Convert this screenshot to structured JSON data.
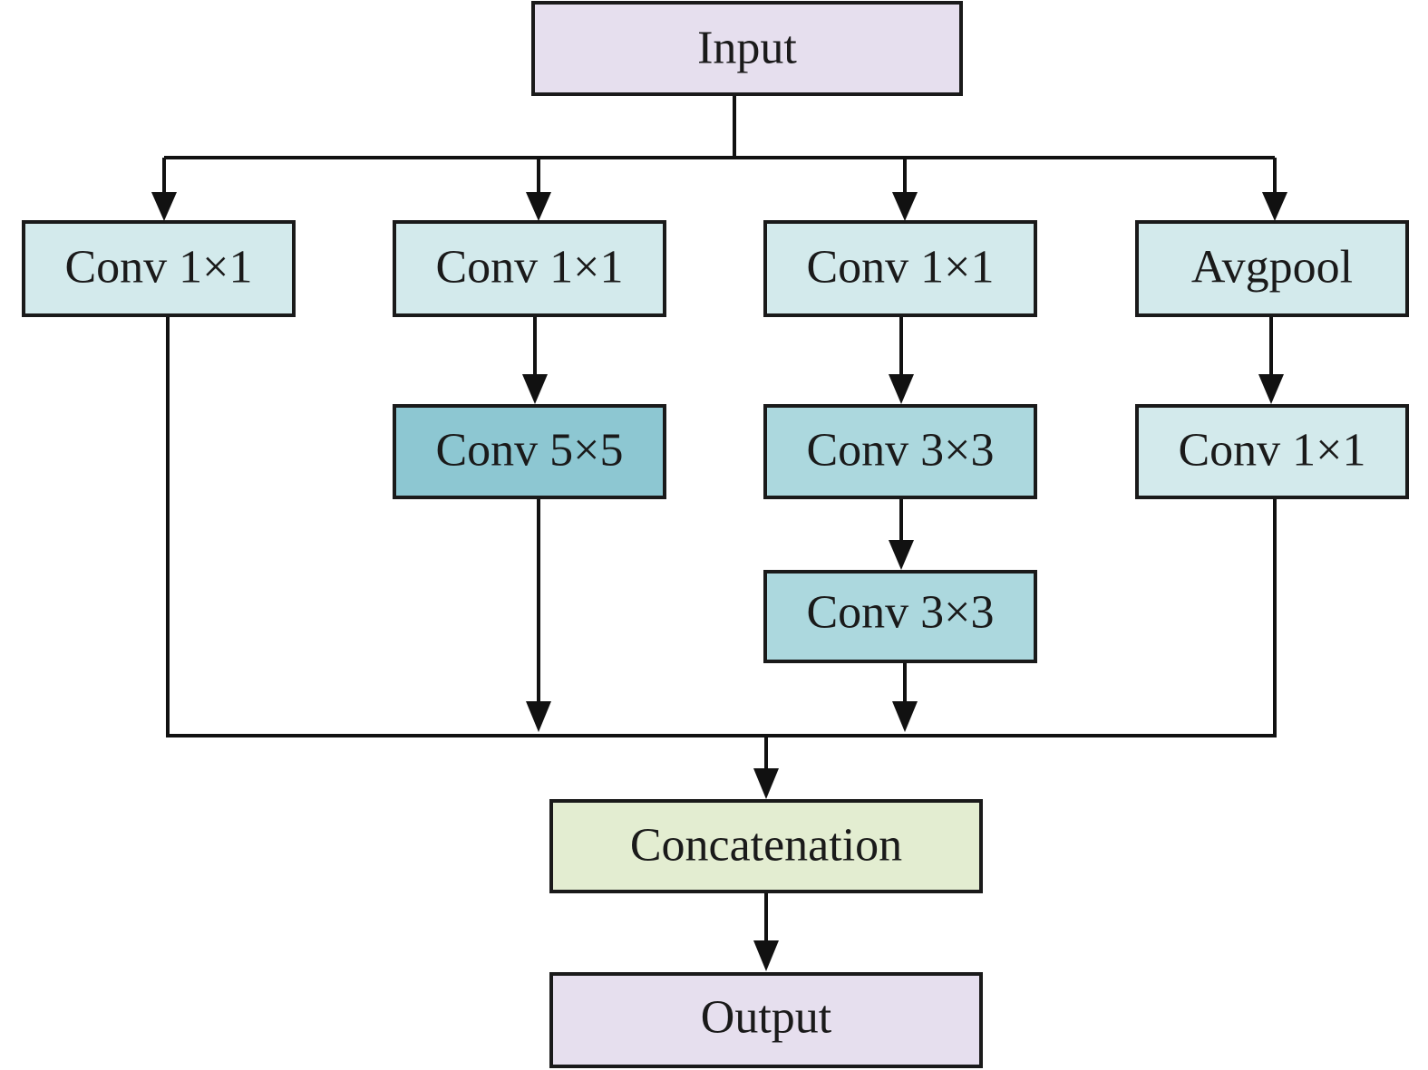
{
  "colors": {
    "io": "#e6dfee",
    "conv1x1": "#d3eaec",
    "conv5x5": "#8dc7d2",
    "conv3x3": "#acd8de",
    "avgpool": "#d3eaec",
    "concat": "#e3edd1",
    "line": "#111111"
  },
  "nodes": {
    "input": "Input",
    "b1_conv1": "Conv 1×1",
    "b2_conv1": "Conv 1×1",
    "b2_conv5": "Conv 5×5",
    "b3_conv1": "Conv 1×1",
    "b3_conv3a": "Conv 3×3",
    "b3_conv3b": "Conv 3×3",
    "b4_pool": "Avgpool",
    "b4_conv1": "Conv 1×1",
    "concat": "Concatenation",
    "output": "Output"
  }
}
